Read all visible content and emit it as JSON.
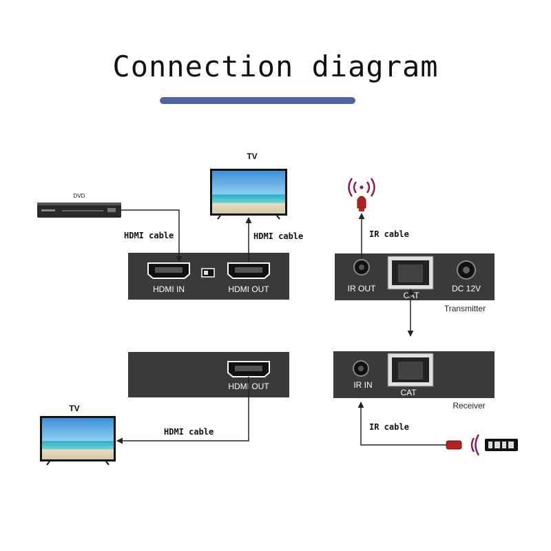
{
  "title": "Connection diagram",
  "colors": {
    "accent": "#4f64a3",
    "device": "#3a3a3a",
    "cable": "#222222",
    "ir_led": "#b22222"
  },
  "devices": {
    "dvd": "DVD",
    "tv_top": "TV",
    "tv_bottom": "TV",
    "transmitter": "Transmitter",
    "receiver": "Receiver"
  },
  "ports": {
    "hdmi_in": "HDMI IN",
    "hdmi_out_tx": "HDMI OUT",
    "hdmi_out_rx": "HDMI OUT",
    "ir_out": "IR OUT",
    "cat_tx": "CAT",
    "dc": "DC 12V",
    "ir_in": "IR IN",
    "cat_rx": "CAT"
  },
  "cables": {
    "hdmi_1": "HDMI cable",
    "hdmi_2": "HDMI cable",
    "hdmi_3": "HDMI cable",
    "ir_1": "IR cable",
    "ir_2": "IR cable"
  }
}
